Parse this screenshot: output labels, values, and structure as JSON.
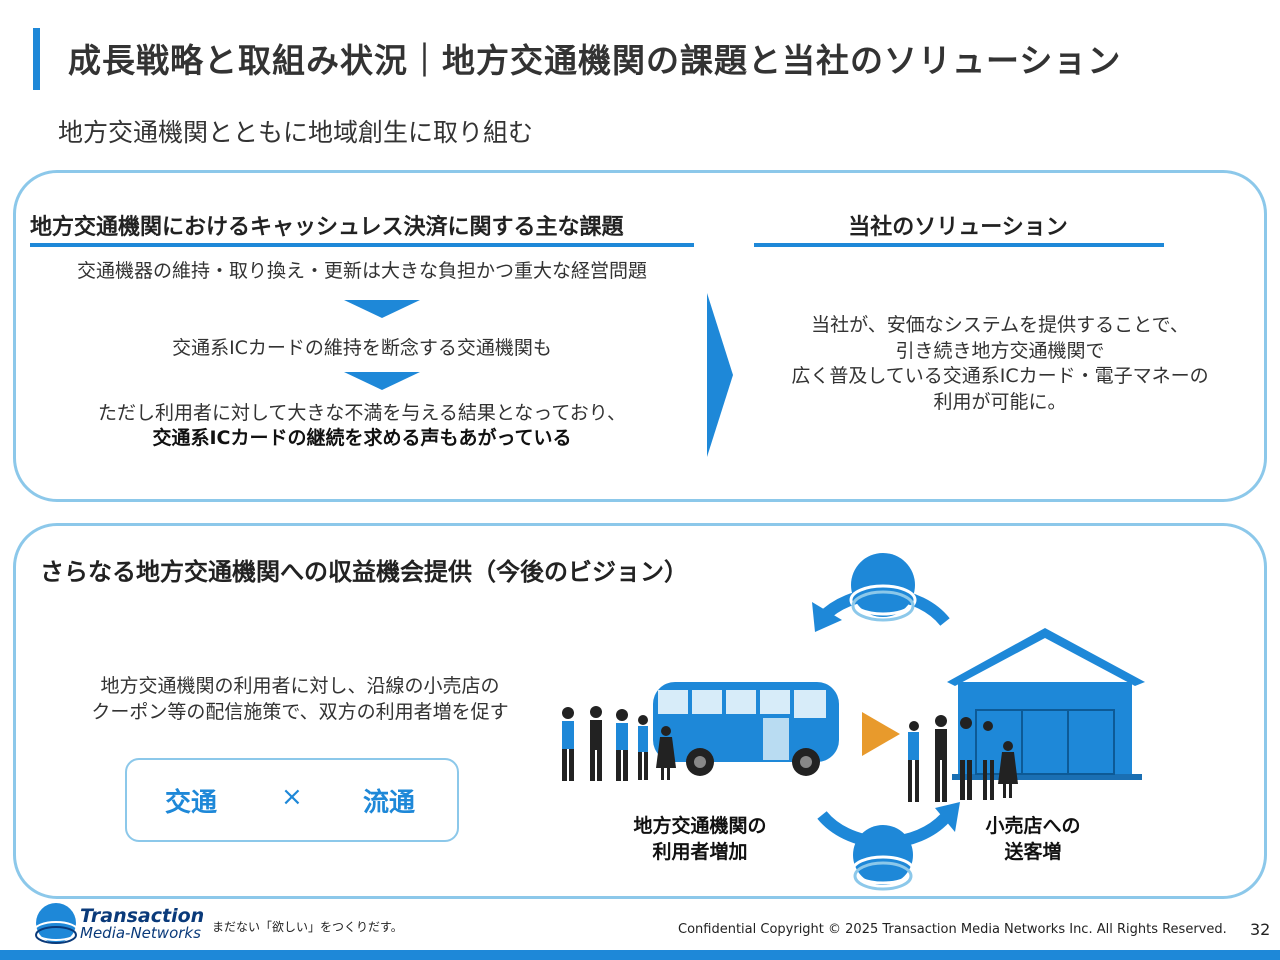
{
  "header": {
    "title": "成長戦略と取組み状況｜地方交通機関の課題と当社のソリューション",
    "subtitle": "地方交通機関とともに地域創生に取り組む"
  },
  "issues": {
    "heading": "地方交通機関におけるキャッシュレス決済に関する主な課題",
    "line1": "交通機器の維持・取り換え・更新は大きな負担かつ重大な経営問題",
    "line2": "交通系ICカードの維持を断念する交通機関も",
    "line3": "ただし利用者に対して大きな不満を与える結果となっており、",
    "line4": "交通系ICカードの継続を求める声もあがっている"
  },
  "solution": {
    "heading": "当社のソリューション",
    "line1": "当社が、安価なシステムを提供することで、",
    "line2": "引き続き地方交通機関で",
    "line3": "広く普及している交通系ICカード・電子マネーの",
    "line4": "利用が可能に。"
  },
  "vision": {
    "heading": "さらなる地方交通機関への収益機会提供（今後のビジョン）",
    "desc1": "地方交通機関の利用者に対し、沿線の小売店の",
    "desc2": "クーポン等の配信施策で、双方の利用者増を促す",
    "pill_left": "交通",
    "pill_x": "×",
    "pill_right": "流通",
    "caption_left_1": "地方交通機関の",
    "caption_left_2": "利用者増加",
    "caption_right_1": "小売店への",
    "caption_right_2": "送客増"
  },
  "footer": {
    "logo_line1": "Transaction",
    "logo_line2": "Media-Networks",
    "tagline": "まだない「欲しい」をつくりだす。",
    "copyright": "Confidential  Copyright © 2025 Transaction Media Networks Inc. All Rights Reserved.",
    "page": "32"
  },
  "colors": {
    "accent": "#1e88d8",
    "panel_border": "#8cc8ea",
    "arrow_orange": "#e89a2c"
  }
}
